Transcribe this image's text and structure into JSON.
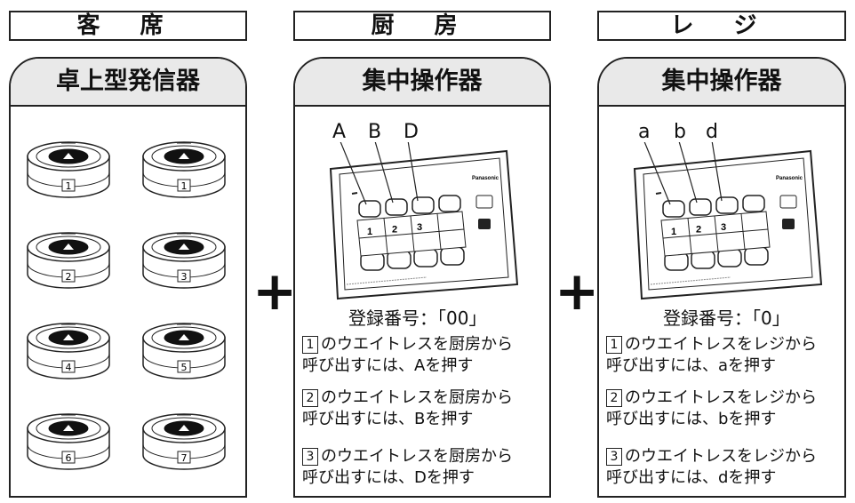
{
  "headers": {
    "seat": "客 席",
    "kitchen": "厨 房",
    "register": "レ ジ"
  },
  "left_panel": {
    "title": "卓上型発信器",
    "pucks": [
      "1",
      "1",
      "2",
      "3",
      "4",
      "5",
      "6",
      "7"
    ]
  },
  "middle_panel": {
    "title": "集中操作器",
    "labels": [
      "A",
      "B",
      "D"
    ],
    "brand": "Panasonic",
    "reg": "登録番号：「00」",
    "instructions": [
      {
        "num": "1",
        "line1": "のウエイトレスを厨房から",
        "line2": "呼び出すには、Aを押す"
      },
      {
        "num": "2",
        "line1": "のウエイトレスを厨房から",
        "line2": "呼び出すには、Bを押す"
      },
      {
        "num": "3",
        "line1": "のウエイトレスを厨房から",
        "line2": "呼び出すには、Dを押す"
      }
    ]
  },
  "right_panel": {
    "title": "集中操作器",
    "labels": [
      "a",
      "b",
      "d"
    ],
    "brand": "Panasonic",
    "reg": "登録番号：「0」",
    "instructions": [
      {
        "num": "1",
        "line1": "のウエイトレスをレジから",
        "line2": "呼び出すには、aを押す"
      },
      {
        "num": "2",
        "line1": "のウエイトレスをレジから",
        "line2": "呼び出すには、bを押す"
      },
      {
        "num": "3",
        "line1": "のウエイトレスをレジから",
        "line2": "呼び出すには、dを押す"
      }
    ]
  },
  "device_keys": [
    "1",
    "2",
    "3"
  ],
  "plus_symbol": "+"
}
